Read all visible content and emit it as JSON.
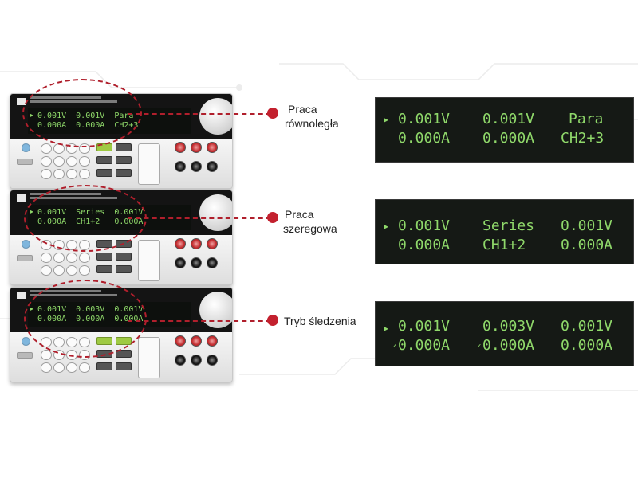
{
  "modes": [
    {
      "id": "parallel",
      "label_line1": "Praca",
      "label_line2": "równoległa",
      "lcd": {
        "line1": "0.001V  0.001V  Para",
        "line2": "0.000A  0.000A  CH2+3"
      },
      "zoom": {
        "v1": "0.001V",
        "v2": "0.001V",
        "v3": "Para",
        "a1": "0.000A",
        "a2": "0.000A",
        "a3": "CH2+3"
      }
    },
    {
      "id": "series",
      "label_line1": "Praca",
      "label_line2": "szeregowa",
      "lcd": {
        "line1": "0.001V  Series  0.001V",
        "line2": "0.000A  CH1+2   0.000A"
      },
      "zoom": {
        "v1": "0.001V",
        "v2": "Series",
        "v3": "0.001V",
        "a1": "0.000A",
        "a2": "CH1+2",
        "a3": "0.000A"
      }
    },
    {
      "id": "tracking",
      "label_line1": "Tryb śledzenia",
      "lcd": {
        "line1": "0.001V  0.003V  0.001V",
        "line2": "0.000A  0.000A  0.000A"
      },
      "zoom": {
        "v1": "0.001V",
        "v2": "0.003V",
        "v3": "0.001V",
        "a1": "0.000A",
        "a2": "0.000A",
        "a3": "0.000A"
      }
    }
  ],
  "colors": {
    "annotation": "#b01f2c",
    "lcd_text": "#8fd86a",
    "lcd_bg": "#151915"
  },
  "icons": [
    "cursor-arrow-icon",
    "power-button-icon",
    "rotary-knob-icon",
    "output-terminal-icon"
  ]
}
